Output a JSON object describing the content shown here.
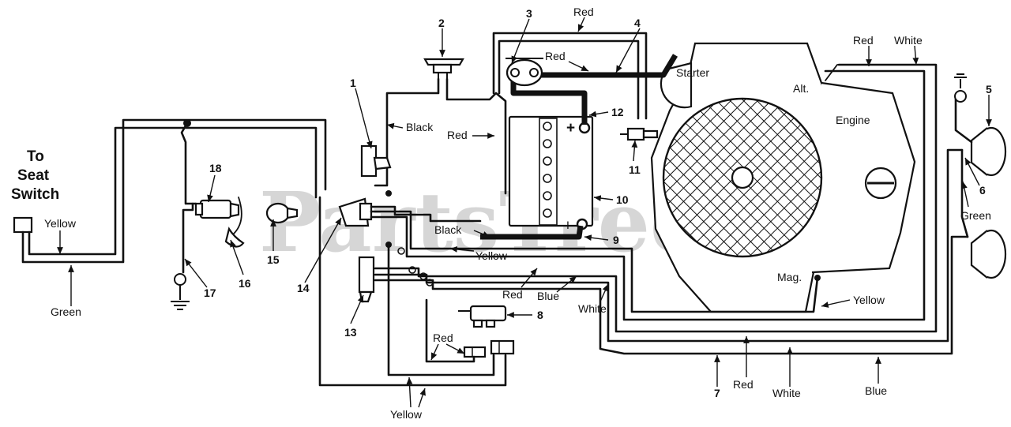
{
  "watermark": "PartsTree",
  "callouts": {
    "n1": "1",
    "n2": "2",
    "n3": "3",
    "n4": "4",
    "n5": "5",
    "n6": "6",
    "n7": "7",
    "n8": "8",
    "n9": "9",
    "n10": "10",
    "n11": "11",
    "n12": "12",
    "n13": "13",
    "n14": "14",
    "n15": "15",
    "n16": "16",
    "n17": "17",
    "n18": "18"
  },
  "labels": {
    "to_seat_switch": [
      "To",
      "Seat",
      "Switch"
    ],
    "starter": "Starter",
    "alt": "Alt.",
    "engine": "Engine",
    "mag": "Mag.",
    "battery_plus": "+",
    "battery_minus": "I"
  },
  "wire_labels": {
    "red_top": "Red",
    "red_starter": "Red",
    "red_alt": "Red",
    "white_alt": "White",
    "black_mid": "Black",
    "red_mid": "Red",
    "black_batt": "Black",
    "yellow_mid": "Yellow",
    "red_lower": "Red",
    "blue_lower": "Blue",
    "white_lower": "White",
    "yellow_mag": "Yellow",
    "red_plug": "Red",
    "yellow_bottom": "Yellow",
    "red_bottom": "Red",
    "white_bottom": "White",
    "blue_bottom": "Blue",
    "green_right": "Green",
    "yellow_left": "Yellow",
    "green_left": "Green"
  }
}
